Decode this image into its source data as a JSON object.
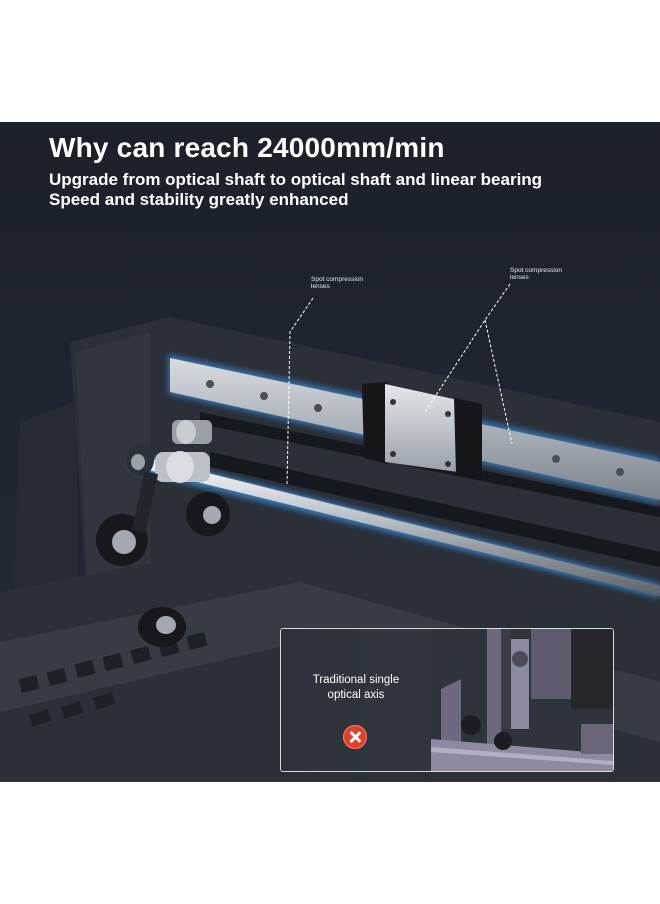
{
  "headline": "Why can reach 24000mm/min",
  "subtitle": {
    "line1": "Upgrade from optical shaft to optical shaft and linear bearing",
    "line2": "Speed and stability greatly enhanced"
  },
  "callouts": {
    "left": {
      "line1": "Spot compression",
      "line2": "lenses"
    },
    "right": {
      "line1": "Spot compression",
      "line2": "lenses"
    }
  },
  "inset": {
    "label_line1": "Traditional single",
    "label_line2": "optical axis",
    "badge_icon": "x-circle-icon"
  },
  "colors": {
    "background": "#1f2530",
    "text": "#ffffff",
    "rail_glow": "#3fa3ff",
    "badge_red": "#e0412f"
  }
}
